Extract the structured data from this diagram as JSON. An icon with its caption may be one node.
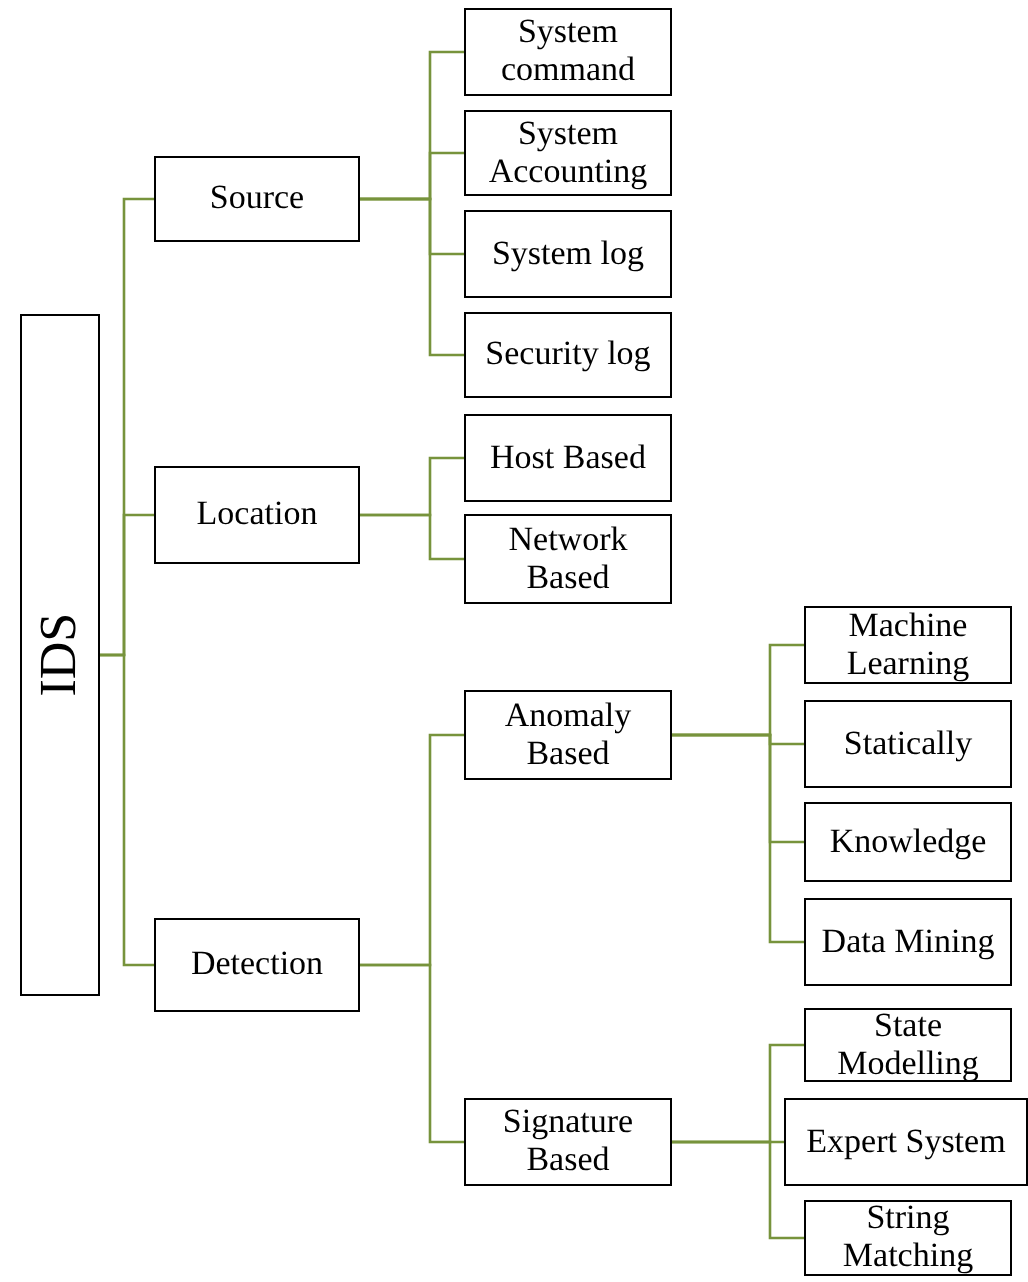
{
  "diagram": {
    "nodes": [
      {
        "text": [
          "IDS"
        ]
      },
      {
        "text": [
          "Source"
        ]
      },
      {
        "text": [
          "System command"
        ]
      },
      {
        "text": [
          "System Accounting"
        ]
      },
      {
        "text": [
          "System log"
        ]
      },
      {
        "text": [
          "Security log"
        ]
      },
      {
        "text": [
          "Location"
        ]
      },
      {
        "text": [
          "Host Based"
        ]
      },
      {
        "text": [
          "Network Based"
        ]
      },
      {
        "text": [
          "Detection"
        ]
      },
      {
        "text": [
          "Anomaly Based"
        ]
      },
      {
        "text": [
          "Machine Learning"
        ]
      },
      {
        "text": [
          "Statically"
        ]
      },
      {
        "text": [
          "Knowledge"
        ]
      },
      {
        "text": [
          "Data Mining"
        ]
      },
      {
        "text": [
          "Signature Based"
        ]
      },
      {
        "text": [
          "State Modelling"
        ]
      },
      {
        "text": [
          "Expert System"
        ]
      },
      {
        "text": [
          "String Matching"
        ]
      }
    ],
    "edges": [
      {
        "from": 0,
        "to": 1,
        "arrow": "none"
      },
      {
        "from": 0,
        "to": 6,
        "arrow": "none"
      },
      {
        "from": 0,
        "to": 9,
        "arrow": "none"
      },
      {
        "from": 1,
        "to": 2,
        "arrow": "none"
      },
      {
        "from": 1,
        "to": 3,
        "arrow": "none"
      },
      {
        "from": 1,
        "to": 4,
        "arrow": "none"
      },
      {
        "from": 1,
        "to": 5,
        "arrow": "none"
      },
      {
        "from": 6,
        "to": 7,
        "arrow": "none"
      },
      {
        "from": 6,
        "to": 8,
        "arrow": "none"
      },
      {
        "from": 9,
        "to": 10,
        "arrow": "none"
      },
      {
        "from": 9,
        "to": 15,
        "arrow": "none"
      },
      {
        "from": 10,
        "to": 11,
        "arrow": "none"
      },
      {
        "from": 10,
        "to": 12,
        "arrow": "none"
      },
      {
        "from": 10,
        "to": 13,
        "arrow": "none"
      },
      {
        "from": 10,
        "to": 14,
        "arrow": "none"
      },
      {
        "from": 15,
        "to": 16,
        "arrow": "none"
      },
      {
        "from": 15,
        "to": 17,
        "arrow": "none"
      },
      {
        "from": 15,
        "to": 18,
        "arrow": "none"
      }
    ]
  }
}
